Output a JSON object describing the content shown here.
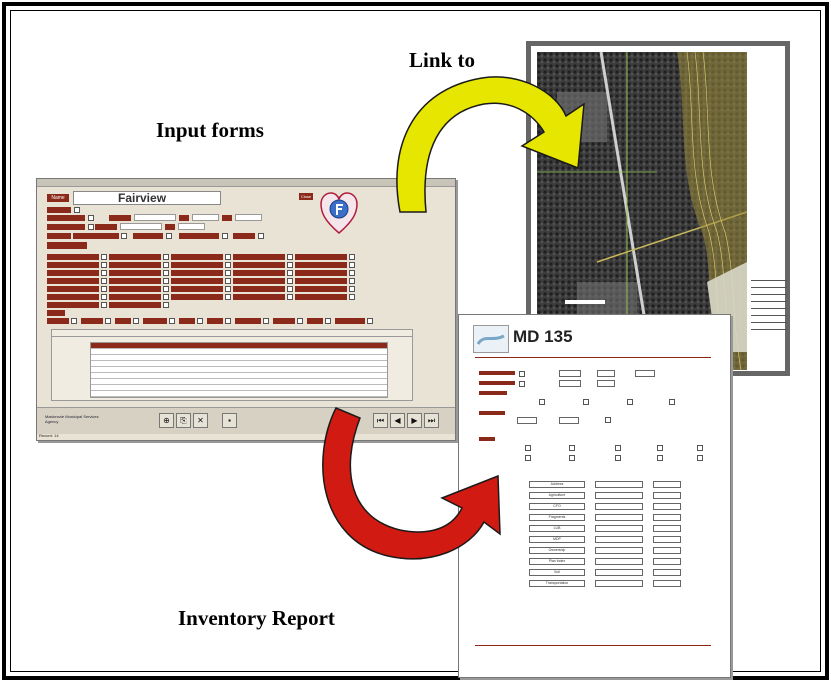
{
  "captions": {
    "link_to": "Link to",
    "input_forms": "Input forms",
    "inventory_report": "Inventory Report"
  },
  "input_form": {
    "title": "Fairview",
    "name_label": "Name",
    "close_label": "Close",
    "footer_agency": "Mackenzie Municipal Services Agency",
    "record_label": "Record:",
    "record_value": "14"
  },
  "report": {
    "title": "MD 135",
    "rows": [
      "Address",
      "Agriculture",
      "CFO",
      "Fragments",
      "LUB",
      "MDP",
      "Ownership",
      "Plan Index",
      "Soil",
      "Transportation"
    ]
  },
  "colors": {
    "accent": "#8b2a1a",
    "arrow_yellow": "#e6e600",
    "arrow_red": "#d11a12"
  }
}
